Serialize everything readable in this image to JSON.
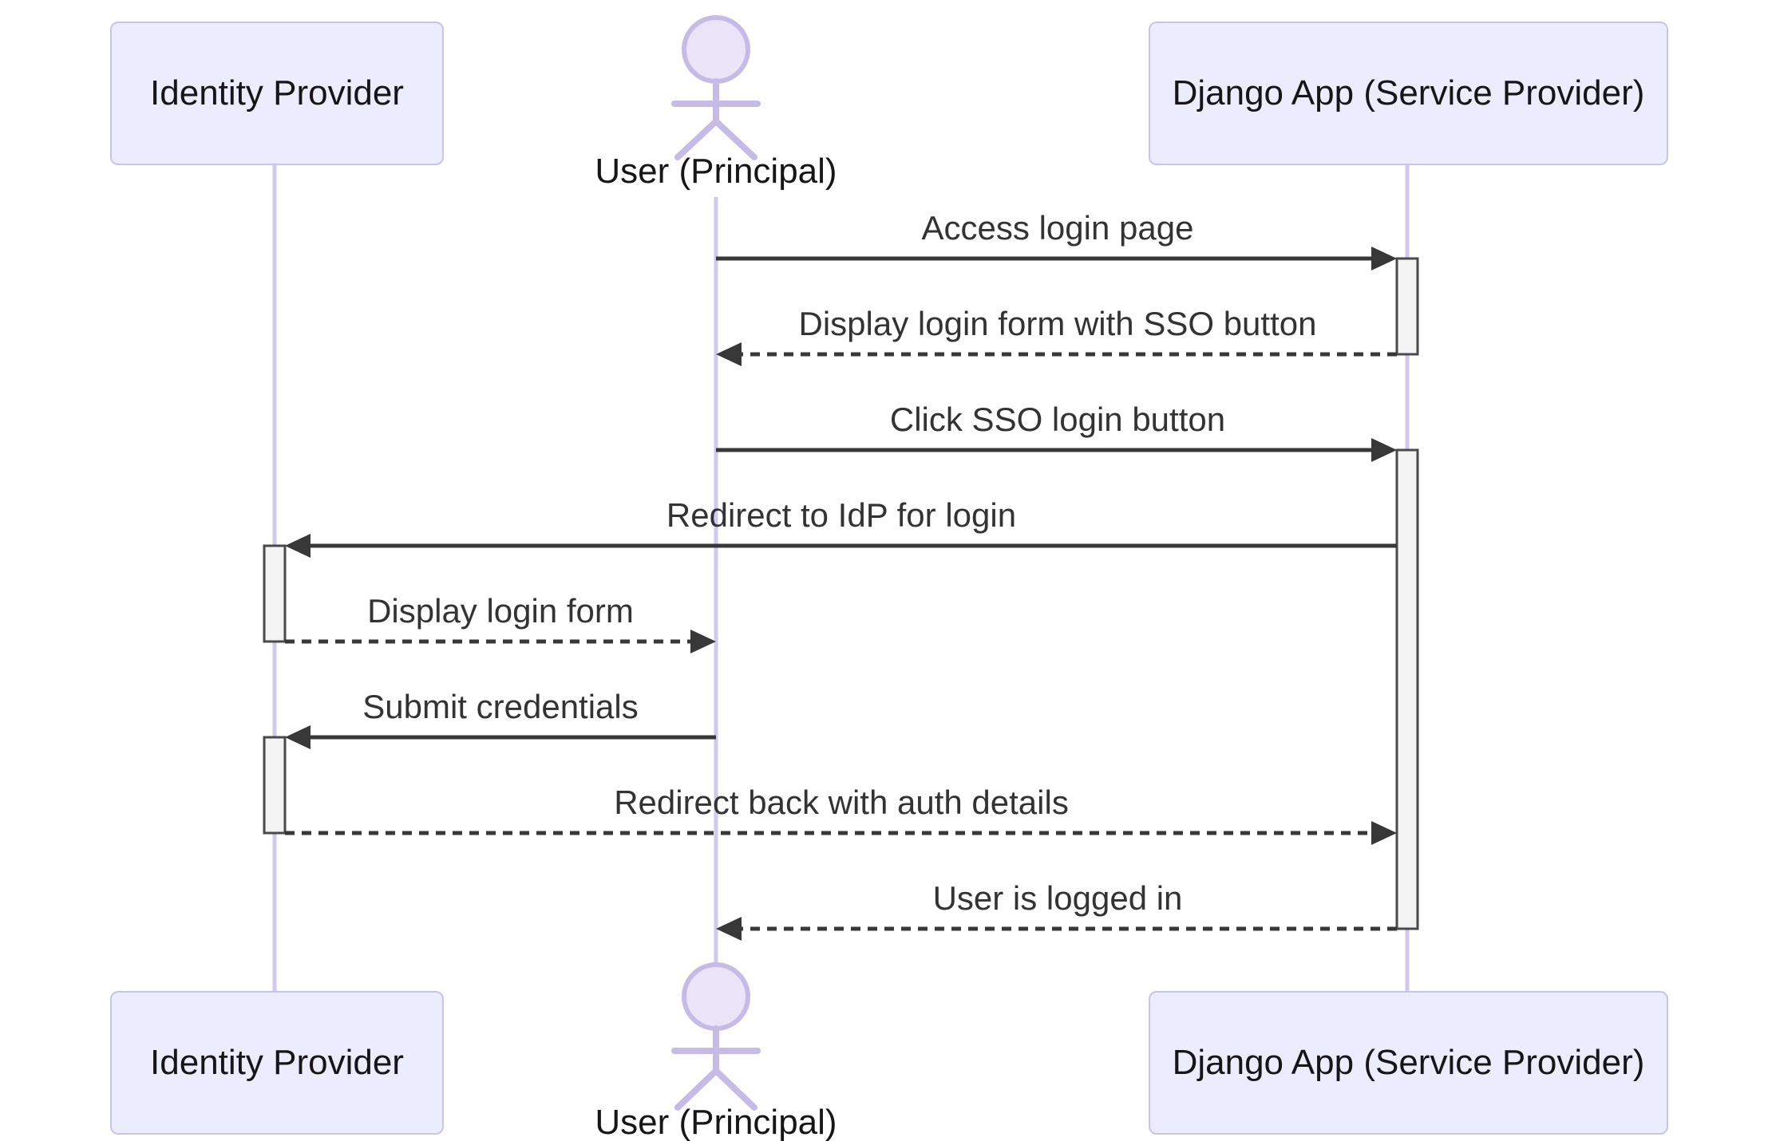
{
  "diagram": {
    "type": "sequence",
    "participants": [
      {
        "id": "idp",
        "kind": "participant",
        "label": "Identity Provider"
      },
      {
        "id": "user",
        "kind": "actor",
        "label": "User (Principal)"
      },
      {
        "id": "django",
        "kind": "participant",
        "label": "Django App (Service Provider)"
      }
    ],
    "messages": [
      {
        "from": "user",
        "to": "django",
        "line": "solid",
        "label": "Access login page"
      },
      {
        "from": "django",
        "to": "user",
        "line": "dashed",
        "label": "Display login form with SSO button"
      },
      {
        "from": "user",
        "to": "django",
        "line": "solid",
        "label": "Click SSO login button"
      },
      {
        "from": "django",
        "to": "idp",
        "line": "solid",
        "label": "Redirect to IdP for login"
      },
      {
        "from": "idp",
        "to": "user",
        "line": "dashed",
        "label": "Display login form"
      },
      {
        "from": "user",
        "to": "idp",
        "line": "solid",
        "label": "Submit credentials"
      },
      {
        "from": "idp",
        "to": "django",
        "line": "dashed",
        "label": "Redirect back with auth details"
      },
      {
        "from": "django",
        "to": "user",
        "line": "dashed",
        "label": "User is logged in"
      }
    ],
    "activations": [
      {
        "on": "django",
        "from_message": 1,
        "to_message": 2
      },
      {
        "on": "django",
        "from_message": 3,
        "to_message": 8
      },
      {
        "on": "idp",
        "from_message": 4,
        "to_message": 5
      },
      {
        "on": "idp",
        "from_message": 6,
        "to_message": 7
      }
    ],
    "colors": {
      "background": "#ffffff",
      "participant_fill": "#ececff",
      "participant_border": "#c8c3ea",
      "actor_stroke": "#c5bbe6",
      "lifeline": "#d0c8ee",
      "activation_fill": "#f3f3f3",
      "activation_border": "#4a4a4a",
      "arrow": "#383838",
      "participant_text": "#161616",
      "message_text": "#333333"
    }
  }
}
